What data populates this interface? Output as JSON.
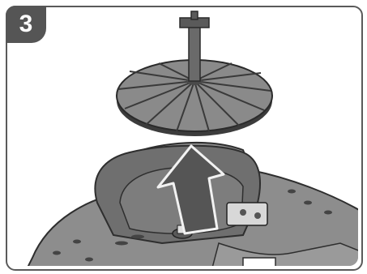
{
  "step": {
    "number": "3"
  },
  "illustration": {
    "parts": [
      "filter-disc",
      "base-housing"
    ],
    "icons": [
      "up-arrow-icon"
    ],
    "colors": {
      "frame": "#5a5a5a",
      "badge": "#555555",
      "part_fill": "#8a8a8a",
      "part_dark": "#3a3a3a",
      "arrow": "#4a4a4a"
    }
  }
}
